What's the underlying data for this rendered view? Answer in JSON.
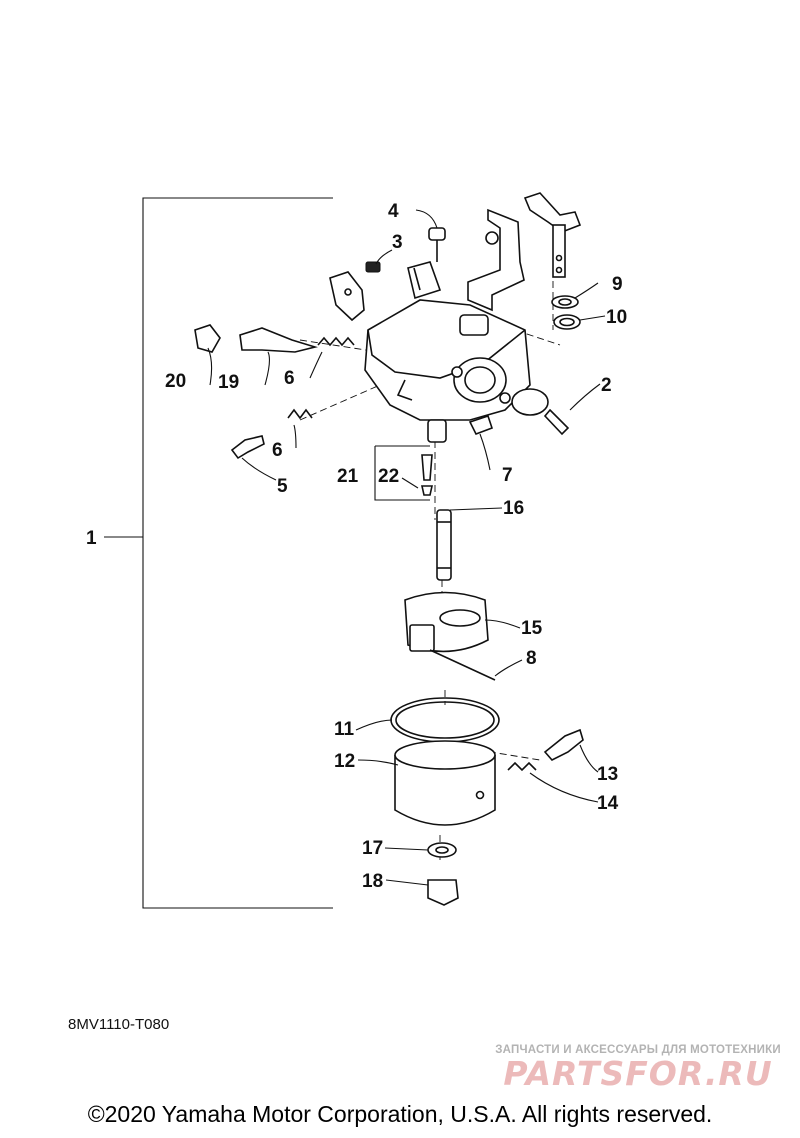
{
  "diagram": {
    "ref_code": "8MV1110-T080",
    "copyright": "©2020 Yamaha Motor Corporation, U.S.A. All rights reserved.",
    "watermark": {
      "tagline": "ЗАПЧАСТИ И АКСЕССУАРЫ ДЛЯ МОТОТЕХНИКИ",
      "logo": "PARTSFOR.RU"
    },
    "callouts": [
      {
        "id": "1",
        "label": "1"
      },
      {
        "id": "2",
        "label": "2"
      },
      {
        "id": "3",
        "label": "3"
      },
      {
        "id": "4",
        "label": "4"
      },
      {
        "id": "5",
        "label": "5"
      },
      {
        "id": "6a",
        "label": "6"
      },
      {
        "id": "6b",
        "label": "6"
      },
      {
        "id": "7",
        "label": "7"
      },
      {
        "id": "8",
        "label": "8"
      },
      {
        "id": "9",
        "label": "9"
      },
      {
        "id": "10",
        "label": "10"
      },
      {
        "id": "11",
        "label": "11"
      },
      {
        "id": "12",
        "label": "12"
      },
      {
        "id": "13",
        "label": "13"
      },
      {
        "id": "14",
        "label": "14"
      },
      {
        "id": "15",
        "label": "15"
      },
      {
        "id": "16",
        "label": "16"
      },
      {
        "id": "17",
        "label": "17"
      },
      {
        "id": "18",
        "label": "18"
      },
      {
        "id": "19",
        "label": "19"
      },
      {
        "id": "20",
        "label": "20"
      },
      {
        "id": "21",
        "label": "21"
      },
      {
        "id": "22",
        "label": "22"
      }
    ]
  }
}
